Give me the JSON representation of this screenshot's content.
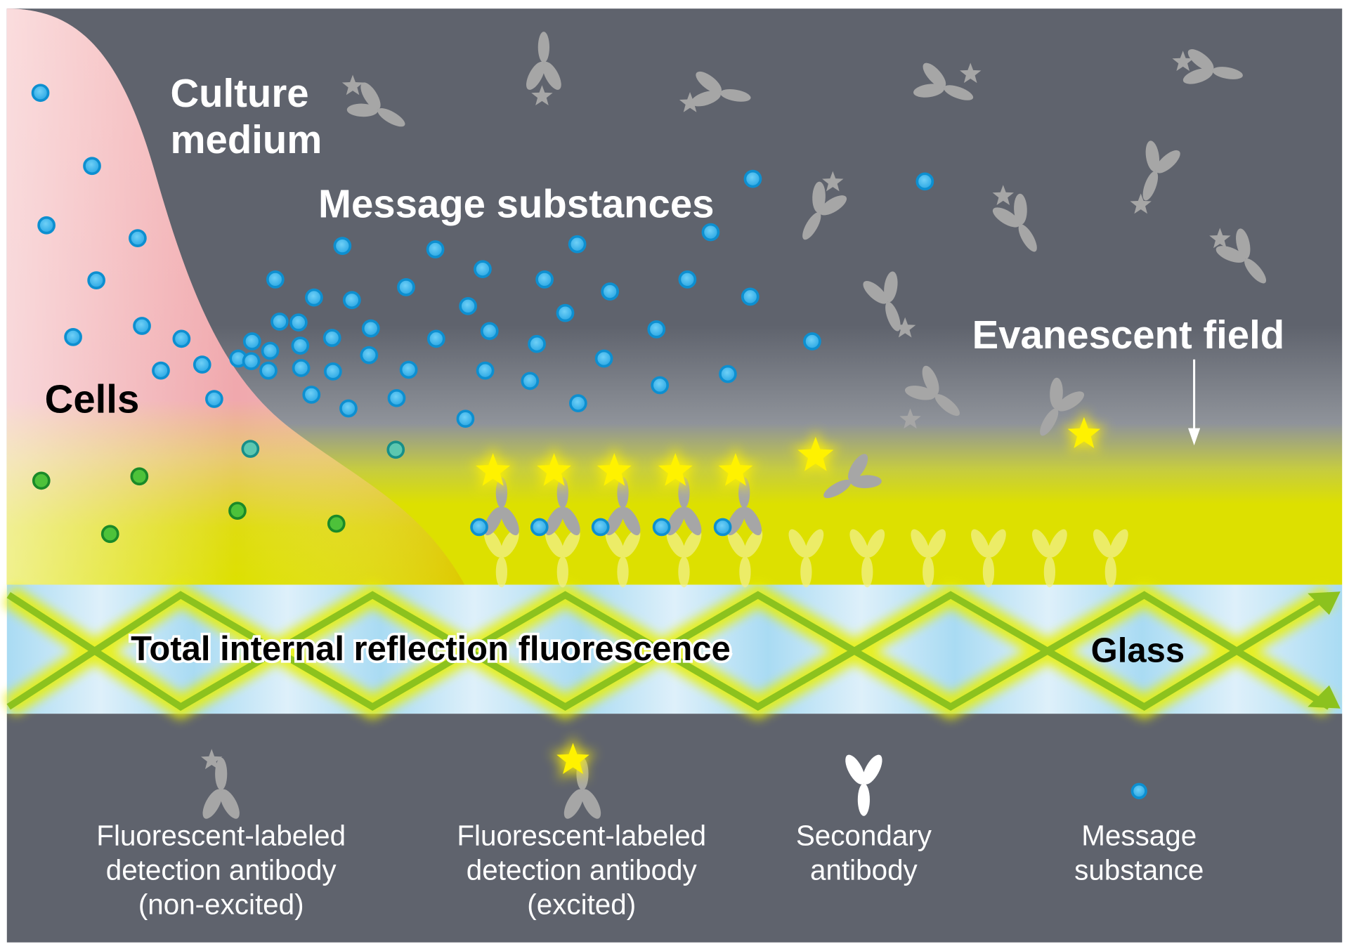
{
  "labels": {
    "culture_medium_line1": "Culture",
    "culture_medium_line2": "medium",
    "message_substances": "Message substances",
    "cells": "Cells",
    "evanescent_field": "Evanescent field",
    "tirf": "Total internal reflection fluorescence",
    "glass": "Glass"
  },
  "legend": [
    {
      "icon": "non-excited-antibody-icon",
      "lines": [
        "Fluorescent-labeled",
        "detection antibody",
        "(non-excited)"
      ]
    },
    {
      "icon": "excited-antibody-icon",
      "lines": [
        "Fluorescent-labeled",
        "detection antibody",
        "(excited)"
      ]
    },
    {
      "icon": "secondary-antibody-icon",
      "lines": [
        "Secondary",
        "antibody"
      ]
    },
    {
      "icon": "message-substance-icon",
      "lines": [
        "Message",
        "substance"
      ]
    }
  ],
  "colors": {
    "background": "#5f636d",
    "message_substance": "#3fb6ec",
    "excited_star": "#fff200",
    "evanescent_field": "#dde000",
    "glass": "#b5e0f5",
    "light_path": "#8cc21e",
    "cells": "#f2a9ad",
    "antibody": "#a6a6a6"
  }
}
